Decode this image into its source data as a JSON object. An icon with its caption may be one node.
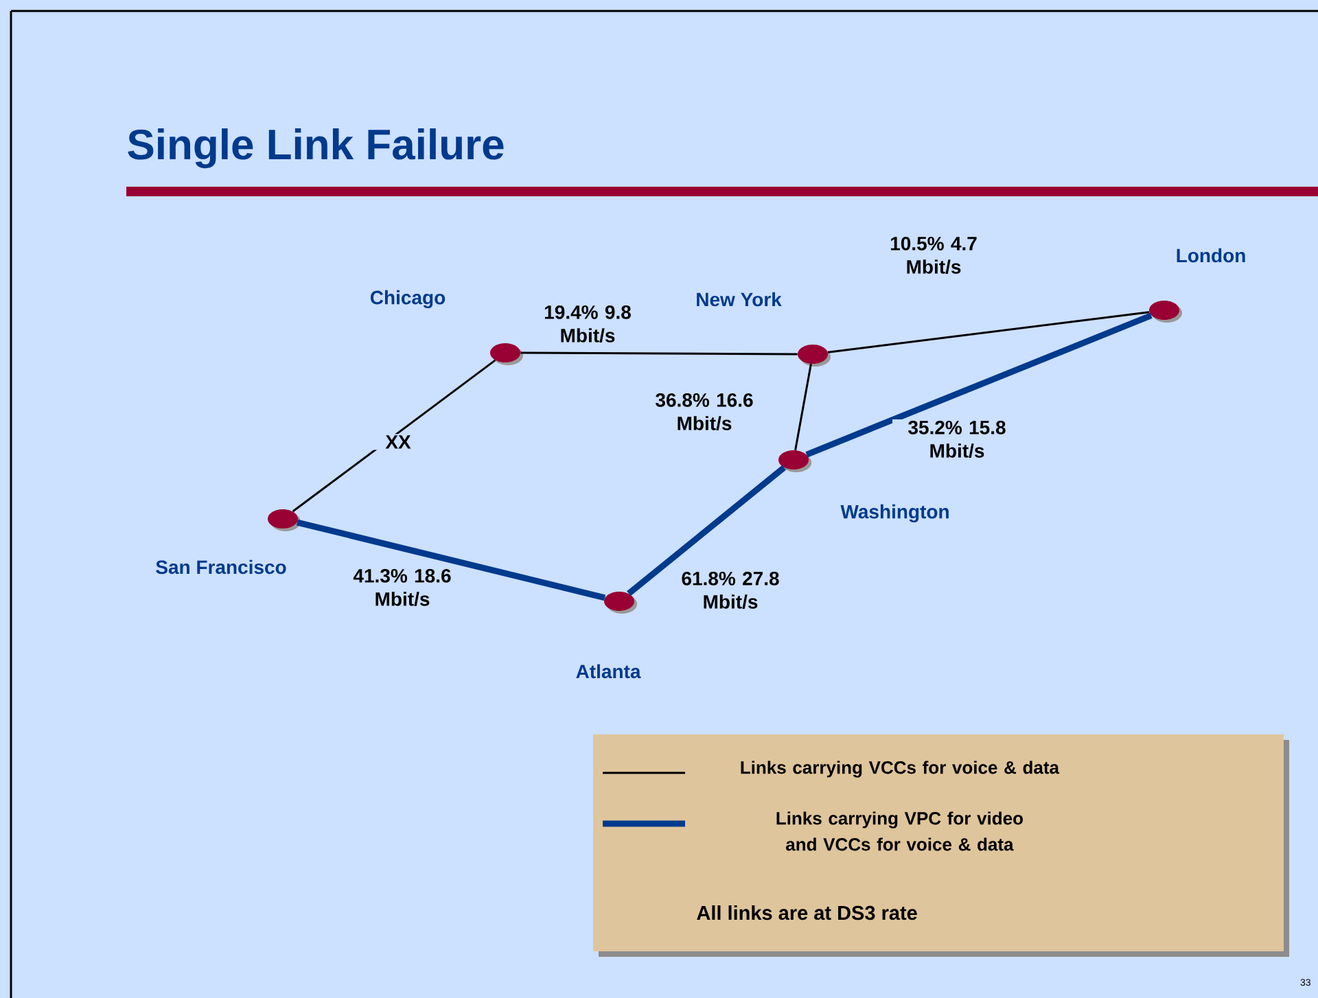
{
  "diagram": {
    "title": "Single Link Failure",
    "nodes": [
      {
        "text": [
          "Chicago"
        ]
      },
      {
        "text": [
          "New York"
        ]
      },
      {
        "text": [
          "London"
        ]
      },
      {
        "text": [
          "Washington"
        ]
      },
      {
        "text": [
          "San Francisco"
        ]
      },
      {
        "text": [
          "Atlanta"
        ]
      }
    ],
    "edges": [
      {
        "from": 4,
        "to": 0,
        "arrow": "none",
        "label": "XX"
      },
      {
        "from": 0,
        "to": 1,
        "arrow": "none",
        "label": "19.4% 9.8 Mbit/s"
      },
      {
        "from": 1,
        "to": 2,
        "arrow": "none",
        "label": "10.5% 4.7 Mbit/s"
      },
      {
        "from": 1,
        "to": 3,
        "arrow": "none",
        "label": "36.8% 16.6 Mbit/s"
      },
      {
        "from": 2,
        "to": 3,
        "arrow": "none",
        "label": "35.2% 15.8 Mbit/s",
        "style": "thick",
        "color": "#003a8c"
      },
      {
        "from": 3,
        "to": 5,
        "arrow": "none",
        "label": "61.8% 27.8 Mbit/s",
        "style": "thick",
        "color": "#003a8c"
      },
      {
        "from": 5,
        "to": 4,
        "arrow": "none",
        "label": "41.3% 18.6 Mbit/s",
        "style": "thick",
        "color": "#003a8c"
      }
    ],
    "labels": [
      "All links are at DS3 rate",
      "33"
    ],
    "legend": [
      {
        "text": "Links carrying VCCs for voice & data"
      },
      {
        "text": "Links carrying VPC for video and VCCs for voice & data"
      }
    ]
  }
}
